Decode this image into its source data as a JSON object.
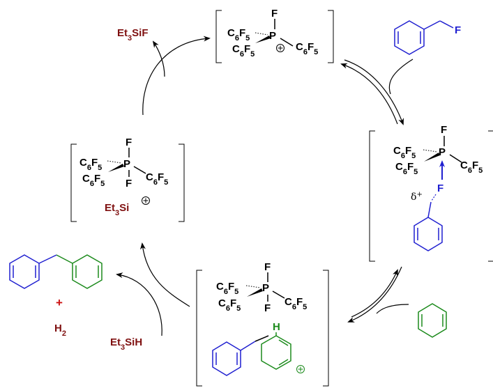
{
  "reagents": {
    "fluorosilane": "Et3SiF",
    "hydrosilane": "Et3SiH",
    "hydrogen": "H2",
    "plus_sign": "+"
  },
  "substituents": {
    "aryl": "C6F5",
    "fluorine": "F",
    "phosphorus": "P",
    "hydrogen": "H",
    "silylium": "Et3Si",
    "delta_plus": "δ+"
  },
  "colors": {
    "substrate_benzyl": "#1f1fd0",
    "arene": "#1b8a1b",
    "silicon_species": "#7f1010",
    "plus_sign": "#cc1111",
    "catalyst": "#000000"
  },
  "icons": [
    "cation-charge-icon",
    "bracket-icon",
    "equilibrium-arrow-icon",
    "curved-arrow-icon"
  ]
}
